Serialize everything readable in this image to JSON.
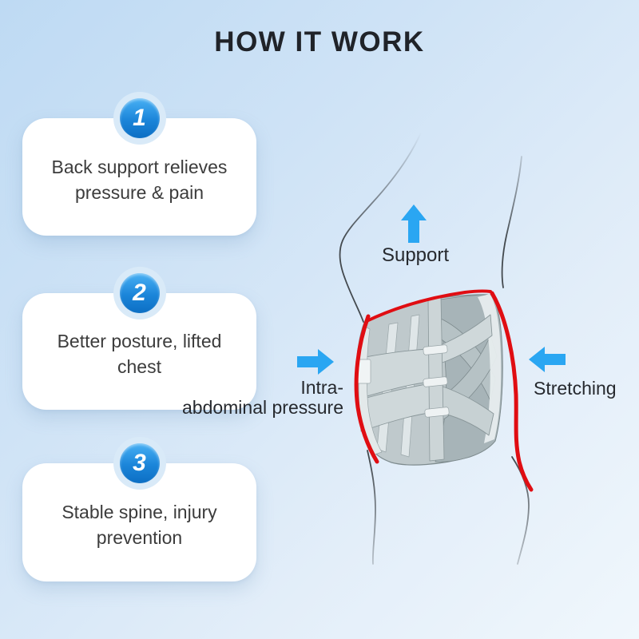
{
  "title": "HOW IT WORK",
  "steps": [
    {
      "number": "1",
      "text": "Back support relieves pressure & pain"
    },
    {
      "number": "2",
      "text": "Better posture, lifted chest"
    },
    {
      "number": "3",
      "text": "Stable spine, injury prevention"
    }
  ],
  "diagram_labels": {
    "support": "Support",
    "intra_line1": "Intra-",
    "intra_line2": "abdominal pressure",
    "stretching": "Stretching"
  },
  "colors": {
    "arrow": "#2aa6f2",
    "highlight_red": "#e00d12",
    "badge_gradient_top": "#48b0f4",
    "badge_gradient_bottom": "#0c6fc4",
    "background_top_left": "#bedaf3",
    "background_bottom_right": "#f0f7fc",
    "card_background": "#ffffff",
    "title_text": "#202329",
    "card_text": "#3c3c3c"
  }
}
